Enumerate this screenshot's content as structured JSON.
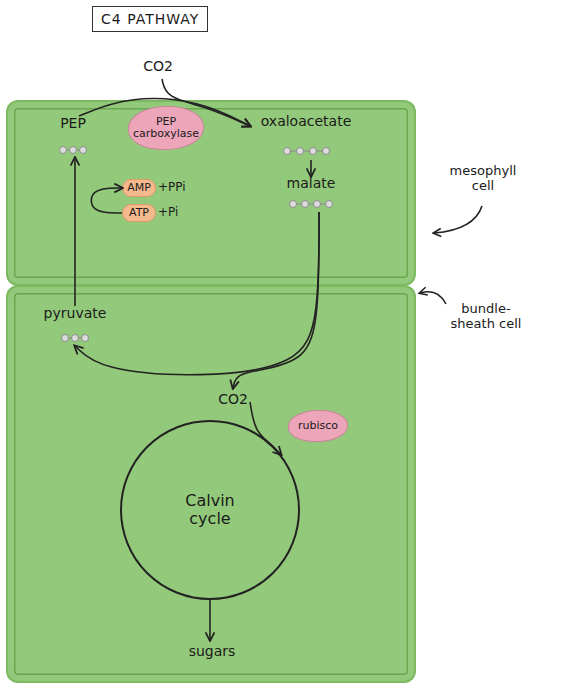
{
  "diagram": {
    "title": "C4 PATHWAY",
    "nodes": [
      {
        "text": [
          "CO2"
        ]
      },
      {
        "text": [
          "mesophyll cell"
        ]
      },
      {
        "text": [
          "PEP carboxylase"
        ],
        "in": 1
      },
      {
        "text": [
          "PEP"
        ],
        "in": 1
      },
      {
        "text": [
          "oxaloacetate"
        ],
        "in": 1
      },
      {
        "text": [
          "AMP"
        ],
        "in": 1
      },
      {
        "text": [
          "ATP"
        ],
        "in": 1
      },
      {
        "text": [
          "malate"
        ],
        "in": 1
      },
      {
        "text": [
          "bundle-sheath cell"
        ]
      },
      {
        "text": [
          "pyruvate"
        ],
        "in": 8
      },
      {
        "text": [
          "CO2"
        ],
        "in": 8
      },
      {
        "text": [
          "rubisco"
        ],
        "in": 8
      },
      {
        "text": [
          "Calvin cycle"
        ],
        "in": 8
      },
      {
        "text": [
          "sugars"
        ],
        "in": 8
      }
    ],
    "edges": [
      {
        "from": 0,
        "to": 4,
        "arrow": "to"
      },
      {
        "from": 3,
        "to": 4,
        "arrow": "to"
      },
      {
        "from": 4,
        "to": 7,
        "arrow": "to"
      },
      {
        "from": 7,
        "to": 10,
        "arrow": "to"
      },
      {
        "from": 7,
        "to": 9,
        "arrow": "to"
      },
      {
        "from": 9,
        "to": 3,
        "arrow": "to"
      },
      {
        "from": 6,
        "to": 5,
        "arrow": "to"
      },
      {
        "from": 10,
        "to": 12,
        "arrow": "to"
      },
      {
        "from": 12,
        "to": 13,
        "arrow": "to"
      }
    ],
    "labels": [
      "+PPi",
      "+Pi"
    ]
  }
}
